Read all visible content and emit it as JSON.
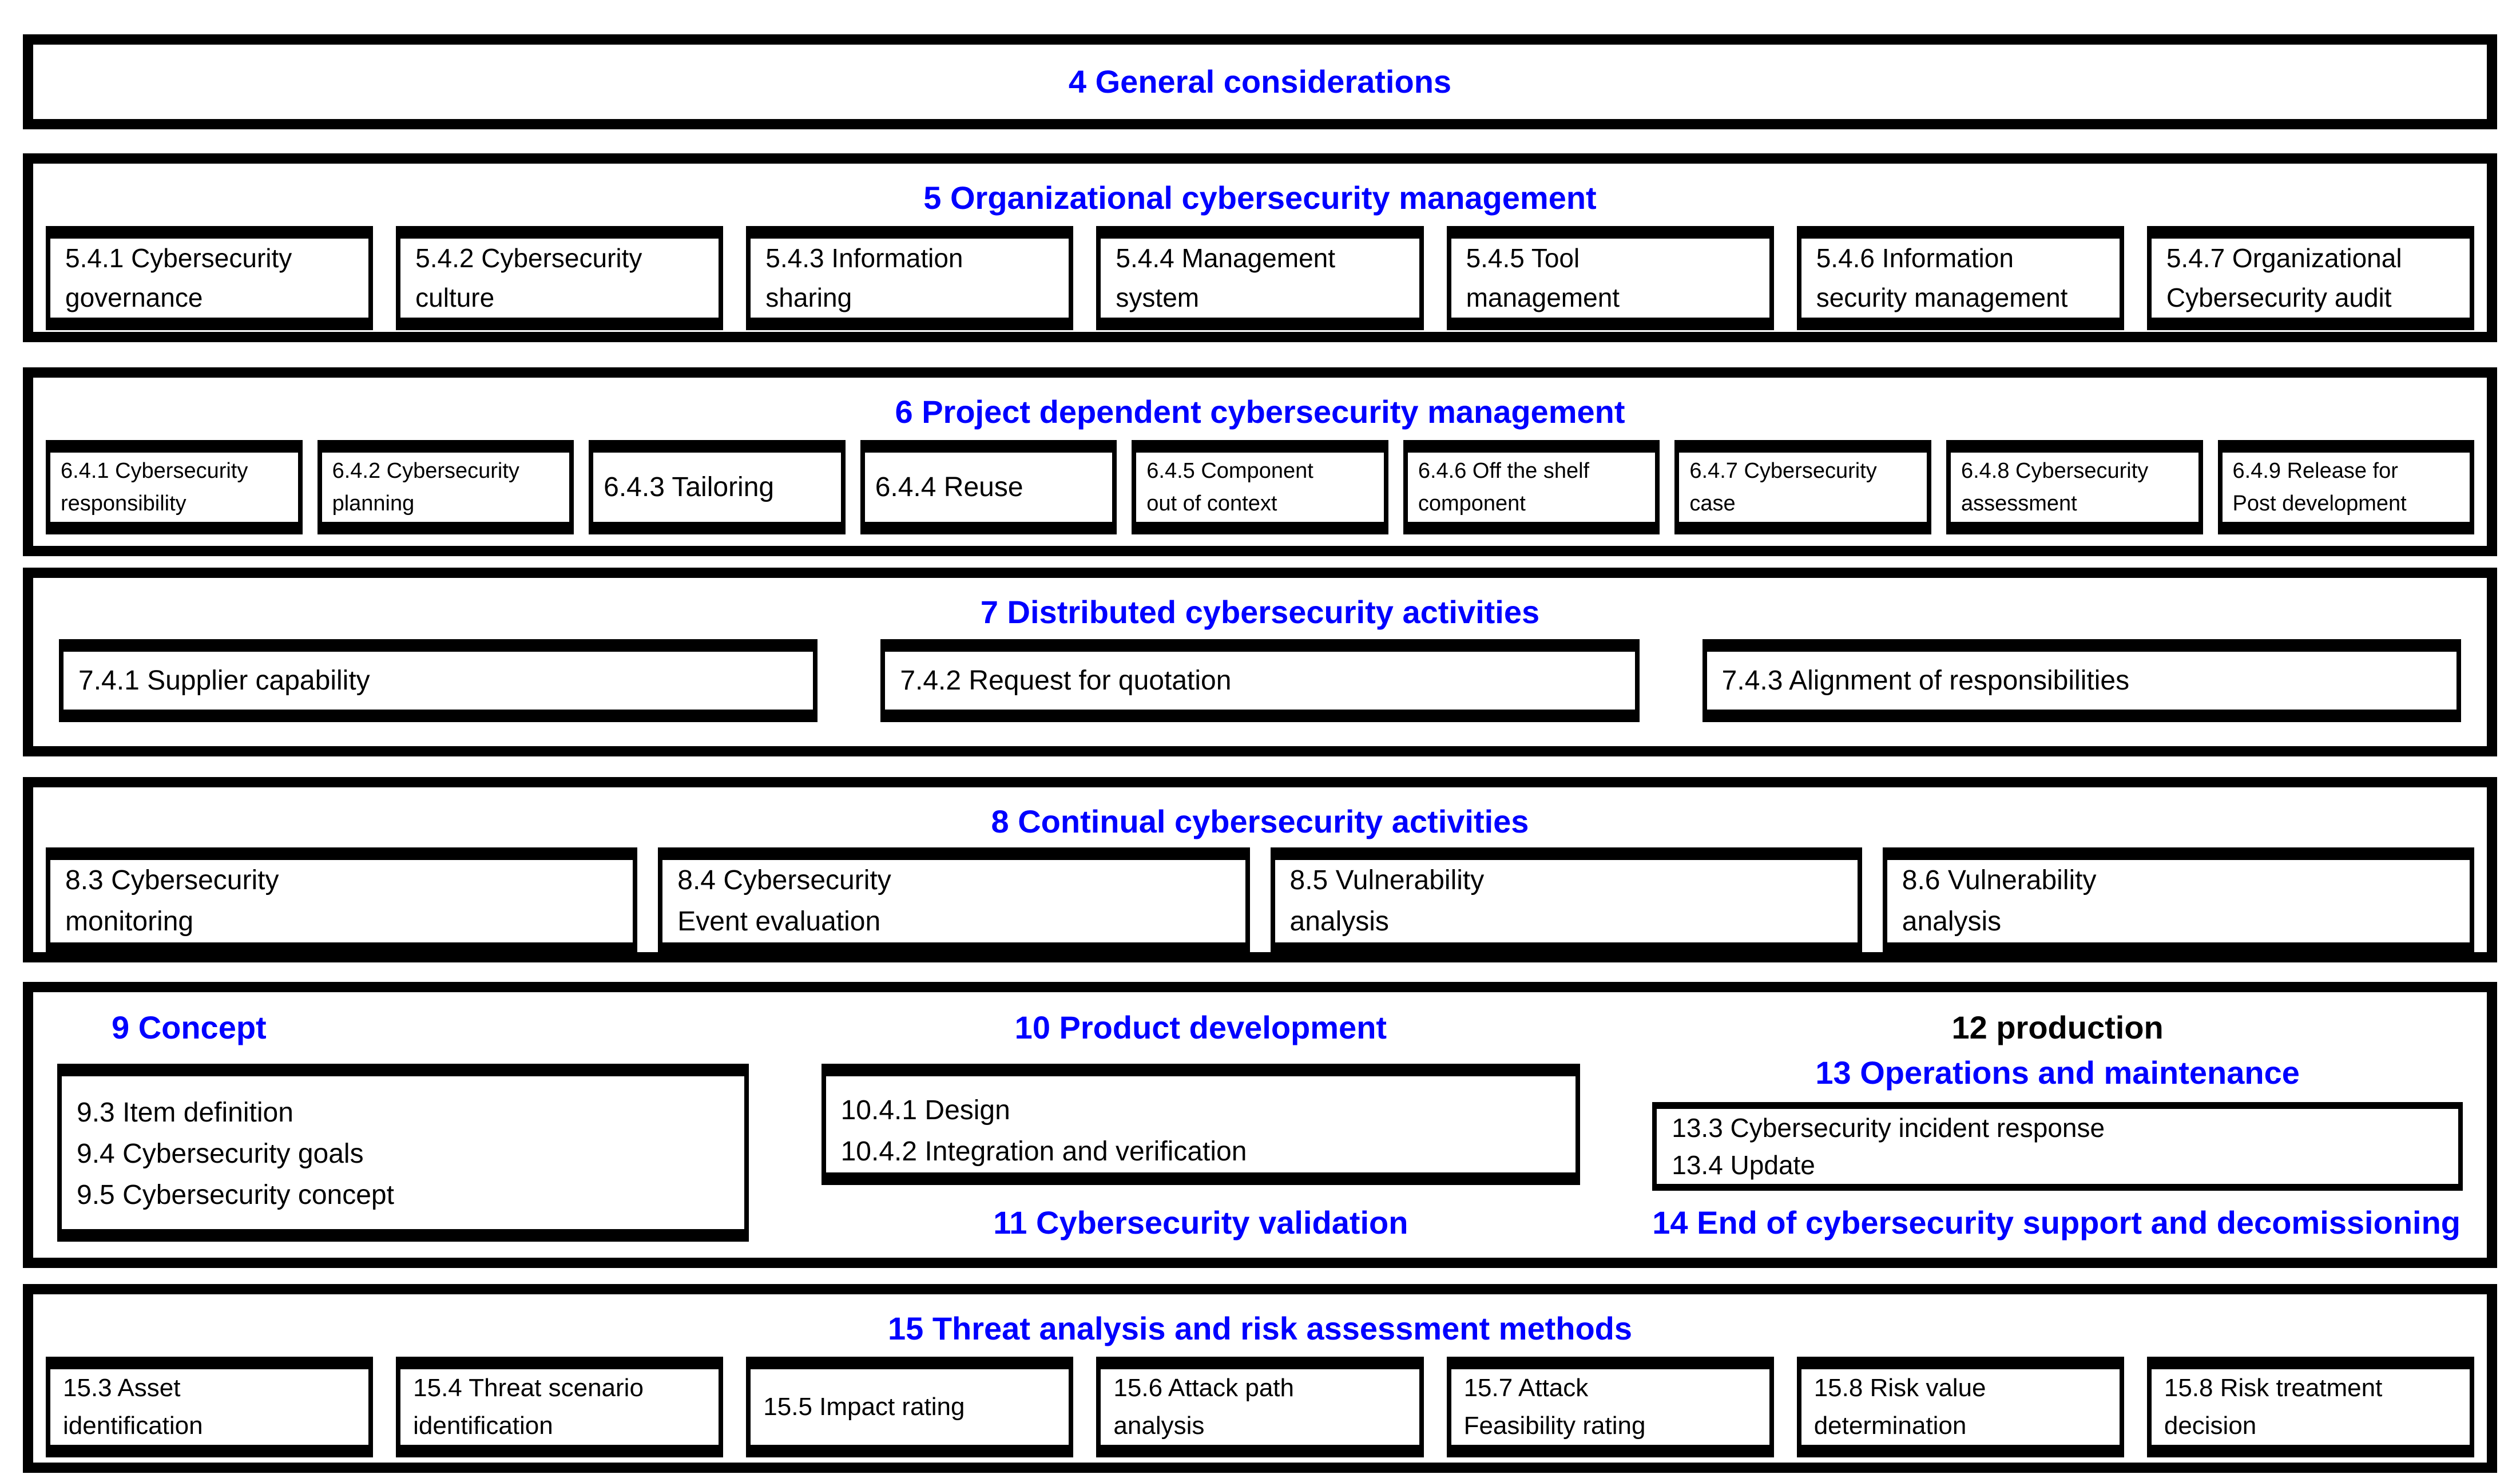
{
  "palette": {
    "accent": "#0000ff",
    "text": "#000000",
    "border": "#000000",
    "background": "#ffffff"
  },
  "sections": {
    "s4": {
      "title": "4 General considerations"
    },
    "s5": {
      "title": "5 Organizational cybersecurity management",
      "boxes": [
        "5.4.1 Cybersecurity\ngovernance",
        "5.4.2 Cybersecurity\nculture",
        "5.4.3 Information\nsharing",
        "5.4.4 Management\nsystem",
        "5.4.5 Tool\nmanagement",
        "5.4.6 Information\nsecurity management",
        "5.4.7 Organizational\nCybersecurity audit"
      ]
    },
    "s6": {
      "title": "6 Project dependent cybersecurity management",
      "boxes": [
        "6.4.1 Cybersecurity\nresponsibility",
        "6.4.2 Cybersecurity\nplanning",
        "6.4.3 Tailoring",
        "6.4.4 Reuse",
        "6.4.5 Component\nout of context",
        "6.4.6 Off the shelf\ncomponent",
        "6.4.7 Cybersecurity\ncase",
        "6.4.8 Cybersecurity\nassessment",
        "6.4.9 Release for\nPost development"
      ]
    },
    "s7": {
      "title": "7 Distributed cybersecurity activities",
      "boxes": [
        "7.4.1 Supplier capability",
        "7.4.2 Request for quotation",
        "7.4.3 Alignment of responsibilities"
      ]
    },
    "s8": {
      "title": "8 Continual cybersecurity activities",
      "boxes": [
        "8.3 Cybersecurity\nmonitoring",
        "8.4 Cybersecurity\nEvent evaluation",
        "8.5 Vulnerability\nanalysis",
        "8.6 Vulnerability\nanalysis"
      ]
    },
    "lifecycle": {
      "concept": {
        "title": "9 Concept",
        "box": "9.3 Item definition\n9.4 Cybersecurity goals\n9.5 Cybersecurity concept"
      },
      "product_development": {
        "title": "10 Product development",
        "box": "10.4.1 Design\n10.4.2 Integration and verification",
        "validation_title": "11 Cybersecurity validation"
      },
      "production": {
        "title": "12 production",
        "operations_title": "13 Operations and maintenance",
        "box": "13.3 Cybersecurity incident response\n13.4 Update",
        "end_title": "14 End of cybersecurity support and decomissioning"
      }
    },
    "s15": {
      "title": "15 Threat analysis and risk assessment methods",
      "boxes": [
        "15.3 Asset\nidentification",
        "15.4 Threat scenario\nidentification",
        "15.5 Impact rating",
        "15.6 Attack path\nanalysis",
        "15.7 Attack\nFeasibility rating",
        "15.8 Risk value\ndetermination",
        "15.8 Risk treatment\ndecision"
      ]
    }
  }
}
